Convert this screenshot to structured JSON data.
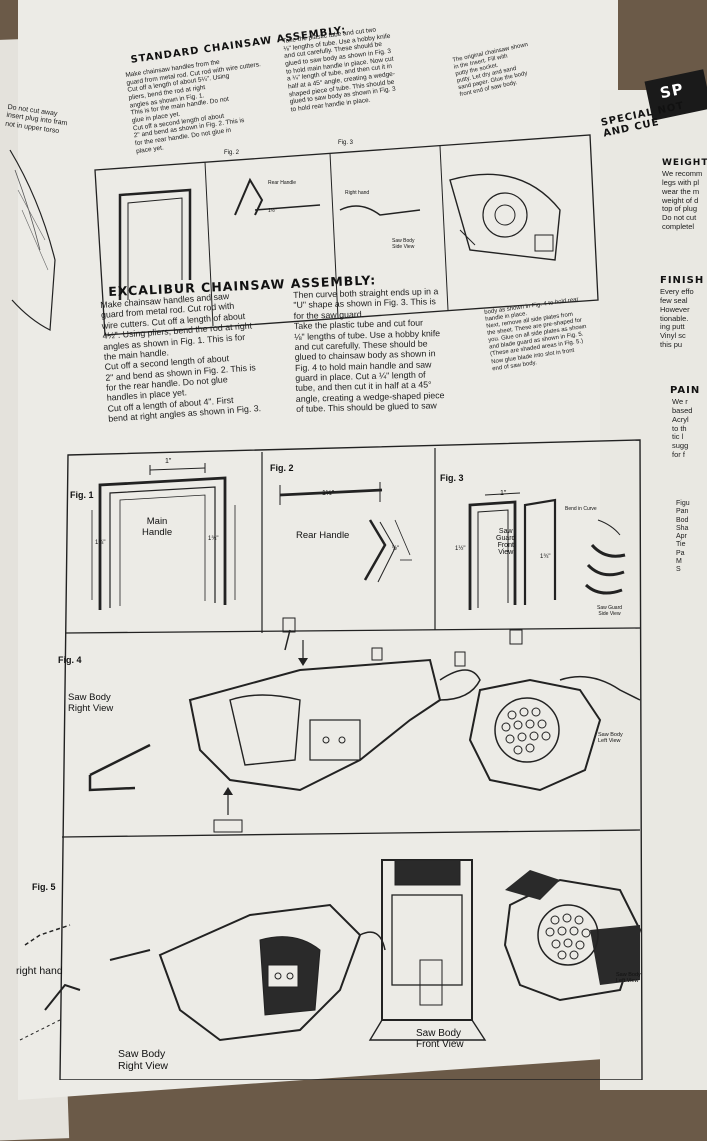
{
  "document": {
    "headings": {
      "standard": "STANDARD CHAINSAW ASSEMBLY:",
      "excalibur": "EXCALIBUR CHAINSAW ASSEMBLY:",
      "special": "SPECIAL NOT\nAND CUE",
      "finish": "FINISH",
      "weight": "WEIGHTI",
      "paint": "PAIN"
    },
    "tab_label": "SP",
    "left_margin_note": "Do not cut away\ninsert plug into fram\nnot in upper torso",
    "standard_col1": "Make chainsaw handles from the\nguard from metal rod. Cut rod with wire cutters.\nCut off a length of about 5¼\". Using\npliers, bend the rod at right\nangles as shown in Fig. 1.\nThis is for the main handle. Do not\nglue in place yet.\nCut off a second length of about\n2\" and bend as shown in Fig. 2. This is\nfor the rear handle. Do not glue in\nplace yet.",
    "standard_col2": "Take the plastic tube and cut two\n⅛\" lengths of tube. Use a hobby knife\nand cut carefully. These should be\nglued to saw body as shown in Fig. 3\nto hold main handle in place. Now cut\na ¼\" length of tube, and then cut it in\nhalf at a 45° angle, creating a wedge-\nshaped piece of tube. This should be\nglued to saw body as shown in Fig. 3\nto hold rear handle in place.",
    "standard_col3": "The original chainsaw shown\nin the Insert. Fill with\nputty the socket.\nputty. Let dry and sand\nsand paper. Glue the body\nfront end of saw body.",
    "excalibur_col1": "Make chainsaw handles and saw\nguard from metal rod. Cut rod with\nwire cutters. Cut off a length of about\n4½\". Using pliers, bend the rod at right\nangles as shown in Fig. 1. This is for\nthe main handle.\nCut off a second length of about\n2\" and bend as shown in Fig. 2. This is\nfor the rear handle. Do not glue\nhandles in place yet.\nCut off a length of about 4\". First\nbend at right angles as shown in Fig. 3.",
    "excalibur_col2": "Then curve both straight ends up in a\n\"U\" shape as shown in Fig. 3. This is\nfor the saw guard.\nTake the plastic tube and cut four\n⅛\" lengths of tube. Use a hobby knife\nand cut carefully. These should be\nglued to chainsaw body as shown in\nFig. 4 to hold main handle and saw\nguard in place. Cut a ¼\" length of\ntube, and then cut it in half at a 45°\nangle, creating a wedge-shaped piece\nof tube. This should be glued to saw",
    "excalibur_col3": "body as shown in Fig. 4 to hold rear\nhandle in place.\nNext, remove all side plates from\nthe sheet. These are pre-shaped for\nyou. Glue on all side plates as shown\nand blade guard as shown in Fig. 5.\n(These are shaded areas in Fig. 5.)\nNow glue blade into slot in front\nend of saw body.",
    "right_page": "We recomm\nlegs with pl\nwear the m\nweight of d\ntop of plug\nDo not cut\ncompletel",
    "right_page_finish": "Every effo\nfew seal\nHowever\ntionable.\ning putt\nVinyl sc\nthis pu",
    "right_page_paint": "We r\nbased\nAcryl\nto th\ntic l\nsugg\nfor f",
    "right_page_list": "Figu\nPan\nBod\nSha\nApr\nTie\nPa\nM\nS",
    "top_panel_labels": {
      "fig2": "Fig. 2",
      "fig3": "Fig. 3",
      "rear_handle": "Rear Handle",
      "right_hand": "Right hand",
      "saw_body_side": "Saw Body\nSide View",
      "dim_1_half": "1½\""
    },
    "figures": {
      "fig1": "Fig. 1",
      "fig2": "Fig. 2",
      "fig3": "Fig. 3",
      "fig4": "Fig. 4",
      "fig5": "Fig. 5",
      "main_handle": "Main\nHandle",
      "rear_handle": "Rear Handle",
      "saw_guard_front": "Saw\nGuard\nFront\nView",
      "bend_in_curve": "Bend in Curve",
      "saw_guard_side": "Saw Guard\nSide View",
      "saw_body_right": "Saw Body\nRight View",
      "saw_body_left": "Saw Body\nLeft View",
      "saw_body_left_2": "Saw Body\nLeft View",
      "saw_body_front": "Saw Body\nFront View",
      "saw_body_right_2": "Saw Body\nRight View",
      "right_hand": "right hand",
      "dim_1_a": "1\"",
      "dim_1_b": "1\"",
      "dim_1_half": "1½\"",
      "dim_1_3q_a": "1¾\"",
      "dim_1_3q_b": "1¾\"",
      "dim_1_half_b": "1½\"",
      "dim_1_3q_c": "1¾\"",
      "dim_half": "½\""
    }
  }
}
